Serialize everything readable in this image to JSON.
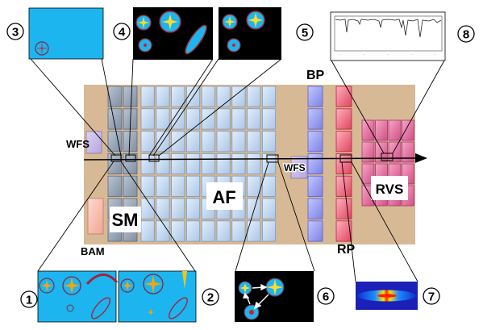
{
  "labels": {
    "wfs_left": "WFS",
    "wfs_right": "WFS",
    "sm": "SM",
    "af": "AF",
    "bp": "BP",
    "rp": "RP",
    "rvs": "RVS",
    "bam": "BAM"
  },
  "callouts": {
    "n1": "1",
    "n2": "2",
    "n3": "3",
    "n4": "4",
    "n5": "5",
    "n6": "6",
    "n7": "7",
    "n8": "8"
  },
  "colors": {
    "focal_plane_bg": "#d7b996",
    "sm_ccd": "#9fadbf",
    "af_ccd": "#c7ddf5",
    "bp_ccd": "#9a9ff0",
    "rp_ccd": "#ee6f86",
    "rvs_ccd": "#e26b9a",
    "inset_blue": "#1cb5ef",
    "inset_black": "#000000"
  }
}
